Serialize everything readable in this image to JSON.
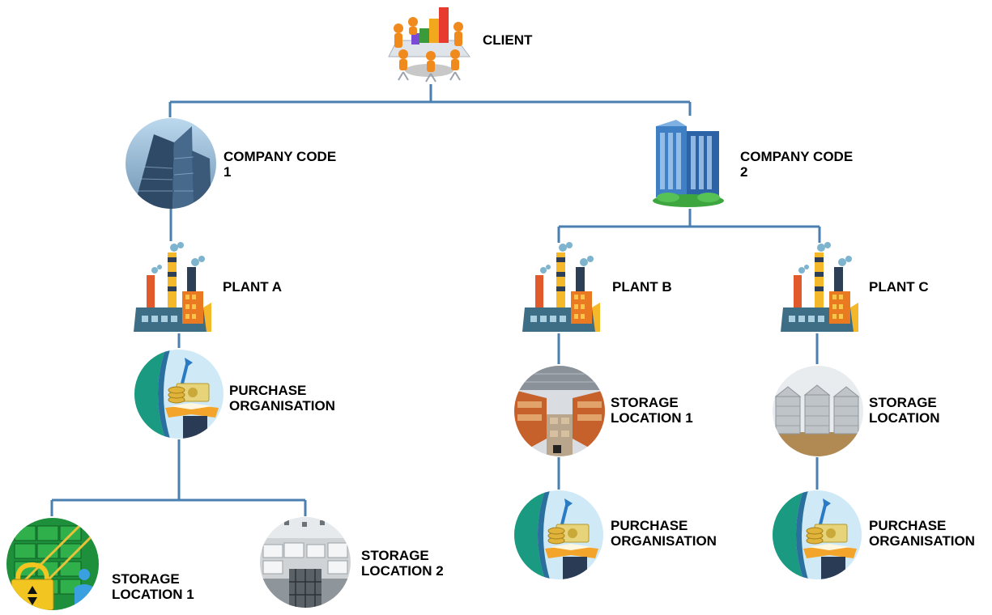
{
  "colors": {
    "connector": "#4a7fb0"
  },
  "nodes": {
    "client": {
      "label": "CLIENT",
      "icon": "meeting-table-icon"
    },
    "company_code_1": {
      "line1": "COMPANY CODE",
      "line2": "1",
      "icon": "glass-skyscraper-icon"
    },
    "company_code_2": {
      "line1": "COMPANY CODE",
      "line2": "2",
      "icon": "twin-towers-icon"
    },
    "plant_a": {
      "label": "PLANT A",
      "icon": "factory-icon"
    },
    "plant_b": {
      "label": "PLANT B",
      "icon": "factory-icon"
    },
    "plant_c": {
      "label": "PLANT C",
      "icon": "factory-icon"
    },
    "purchase_org_a": {
      "line1": "PURCHASE",
      "line2": "ORGANISATION",
      "icon": "purchase-organisation-icon"
    },
    "purchase_org_b": {
      "line1": "PURCHASE",
      "line2": "ORGANISATION",
      "icon": "purchase-organisation-icon"
    },
    "purchase_org_c": {
      "line1": "PURCHASE",
      "line2": "ORGANISATION",
      "icon": "purchase-organisation-icon"
    },
    "storage_a1": {
      "line1": "STORAGE",
      "line2": "LOCATION 1",
      "icon": "secure-storage-icon"
    },
    "storage_a2": {
      "line1": "STORAGE",
      "line2": "LOCATION 2",
      "icon": "warehouse-photo-icon"
    },
    "storage_b1": {
      "line1": "STORAGE",
      "line2": "LOCATION 1",
      "icon": "warehouse-racks-icon"
    },
    "storage_c": {
      "line1": "STORAGE",
      "line2": "LOCATION",
      "icon": "silos-icon"
    }
  }
}
